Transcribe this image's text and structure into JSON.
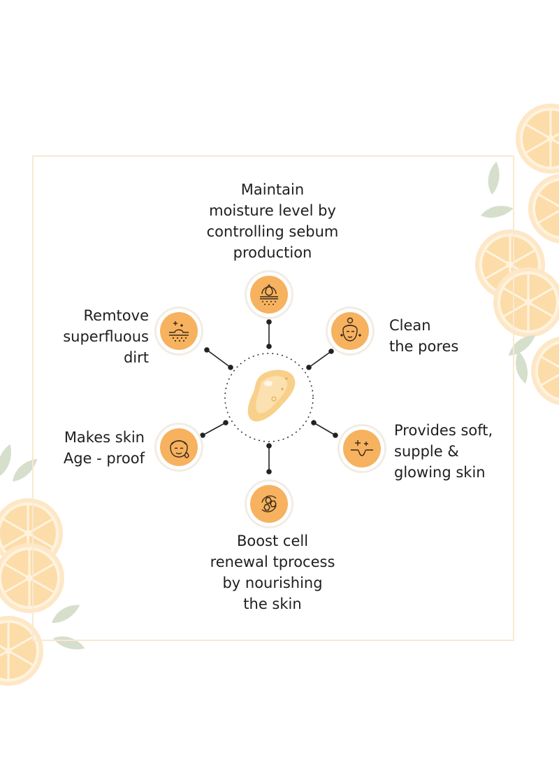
{
  "colors": {
    "icon_fill": "#f6b25f",
    "icon_ring": "#ffffff",
    "frame": "#f8e9d2",
    "connector": "#222222",
    "gel": "#f7cf85",
    "orange_slice": "#fde3b8",
    "leaf": "#cfdac6"
  },
  "benefits": {
    "top": {
      "text": "Maintain\nmoisture level by\ncontrolling sebum\nproduction",
      "icon": "moisture-drop-skin-icon"
    },
    "upper_left": {
      "text": "Remtove\nsuperfluous\ndirt",
      "icon": "skin-dirt-removal-icon"
    },
    "upper_right": {
      "text": "Clean\nthe pores",
      "icon": "clean-face-icon"
    },
    "lower_left": {
      "text": "Makes skin\nAge - proof",
      "icon": "age-proof-face-icon"
    },
    "lower_right": {
      "text": "Provides soft,\nsupple &\nglowing skin",
      "icon": "glowing-skin-icon"
    },
    "bottom": {
      "text": "Boost cell\nrenewal tprocess\nby nourishing\nthe skin",
      "icon": "cell-renewal-icon"
    }
  }
}
